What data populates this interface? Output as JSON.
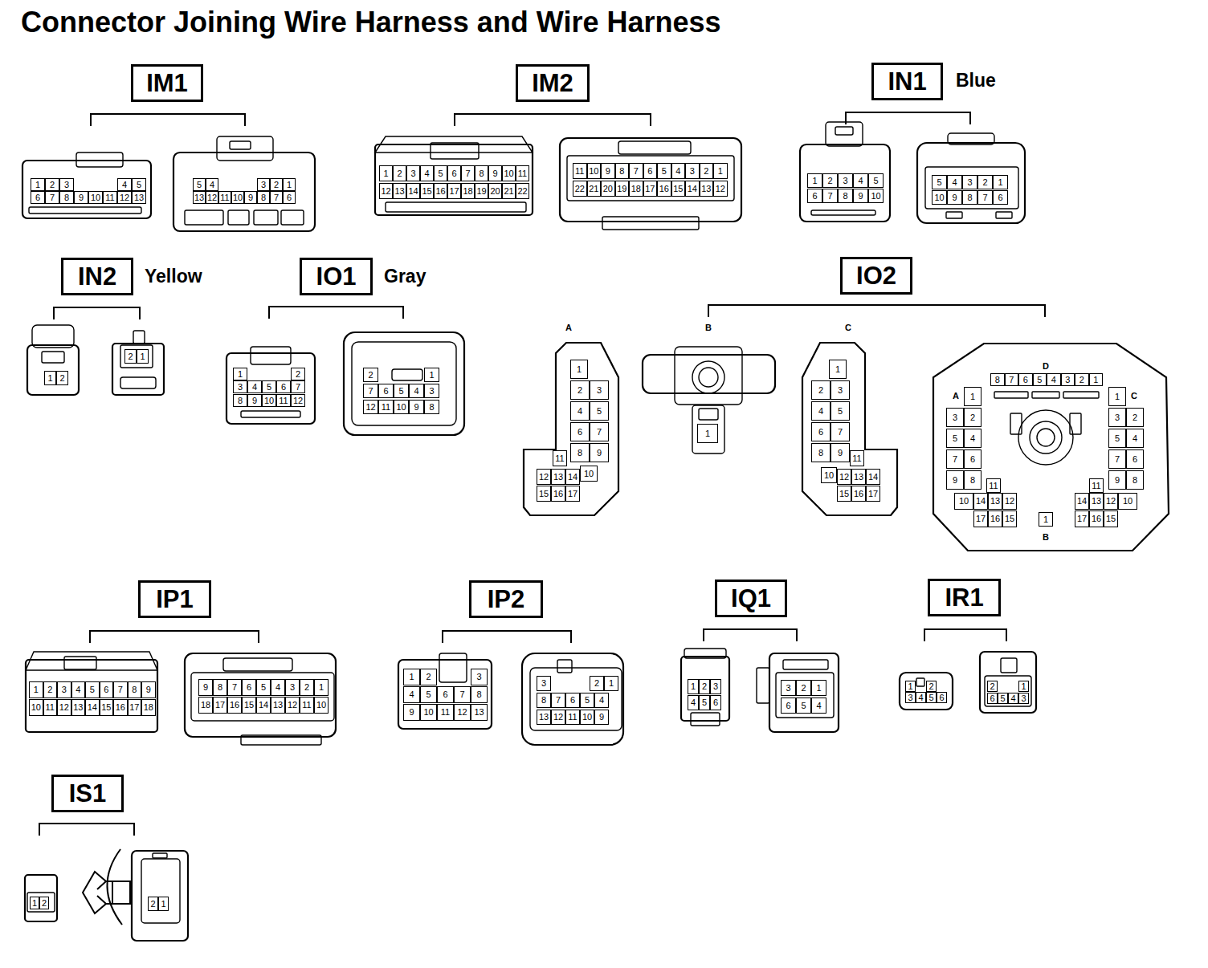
{
  "diagram": {
    "title": "Connector Joining Wire Harness and Wire Harness",
    "nodes": [
      {
        "text": [
          "IM1"
        ]
      },
      {
        "text": [
          "1",
          "2",
          "3",
          "4",
          "5",
          "6",
          "7",
          "8",
          "9",
          "10",
          "11",
          "12",
          "13"
        ]
      },
      {
        "text": [
          "5",
          "4",
          "3",
          "2",
          "1",
          "13",
          "12",
          "11",
          "10",
          "9",
          "8",
          "7",
          "6"
        ]
      },
      {
        "text": [
          "IM2"
        ]
      },
      {
        "text": [
          "1",
          "2",
          "3",
          "4",
          "5",
          "6",
          "7",
          "8",
          "9",
          "10",
          "11",
          "12",
          "13",
          "14",
          "15",
          "16",
          "17",
          "18",
          "19",
          "20",
          "21",
          "22"
        ]
      },
      {
        "text": [
          "11",
          "10",
          "9",
          "8",
          "7",
          "6",
          "5",
          "4",
          "3",
          "2",
          "1",
          "22",
          "21",
          "20",
          "19",
          "18",
          "17",
          "16",
          "15",
          "14",
          "13",
          "12"
        ]
      },
      {
        "text": [
          "IN1"
        ]
      },
      {
        "text": [
          "1",
          "2",
          "3",
          "4",
          "5",
          "6",
          "7",
          "8",
          "9",
          "10"
        ]
      },
      {
        "text": [
          "5",
          "4",
          "3",
          "2",
          "1",
          "10",
          "9",
          "8",
          "7",
          "6"
        ]
      },
      {
        "text": [
          "IN2"
        ]
      },
      {
        "text": [
          "1",
          "2"
        ]
      },
      {
        "text": [
          "2",
          "1"
        ]
      },
      {
        "text": [
          "IO1"
        ]
      },
      {
        "text": [
          "1",
          "2",
          "3",
          "4",
          "5",
          "6",
          "7",
          "8",
          "9",
          "10",
          "11",
          "12"
        ]
      },
      {
        "text": [
          "2",
          "1",
          "7",
          "6",
          "5",
          "4",
          "3",
          "12",
          "11",
          "10",
          "9",
          "8"
        ]
      },
      {
        "text": [
          "IO2"
        ]
      },
      {
        "text": [
          "1",
          "2",
          "3",
          "4",
          "5",
          "6",
          "7",
          "8",
          "9",
          "11",
          "12",
          "13",
          "14",
          "10",
          "15",
          "16",
          "17"
        ]
      },
      {
        "text": [
          "1"
        ]
      },
      {
        "text": [
          "1",
          "2",
          "3",
          "4",
          "5",
          "6",
          "7",
          "8",
          "9",
          "11",
          "10",
          "12",
          "13",
          "14",
          "15",
          "16",
          "17"
        ]
      },
      {
        "text": [
          "D",
          "8",
          "7",
          "6",
          "5",
          "4",
          "3",
          "2",
          "1",
          "A",
          "1",
          "C",
          "1",
          "3",
          "2",
          "3",
          "2",
          "5",
          "4",
          "5",
          "4",
          "7",
          "6",
          "7",
          "6",
          "9",
          "8",
          "9",
          "8",
          "11",
          "11",
          "10",
          "14",
          "13",
          "12",
          "14",
          "13",
          "12",
          "10",
          "17",
          "16",
          "15",
          "1",
          "17",
          "16",
          "15",
          "B"
        ]
      },
      {
        "text": [
          "IP1"
        ]
      },
      {
        "text": [
          "1",
          "2",
          "3",
          "4",
          "5",
          "6",
          "7",
          "8",
          "9",
          "10",
          "11",
          "12",
          "13",
          "14",
          "15",
          "16",
          "17",
          "18"
        ]
      },
      {
        "text": [
          "9",
          "8",
          "7",
          "6",
          "5",
          "4",
          "3",
          "2",
          "1",
          "18",
          "17",
          "16",
          "15",
          "14",
          "13",
          "12",
          "11",
          "10"
        ]
      },
      {
        "text": [
          "IP2"
        ]
      },
      {
        "text": [
          "1",
          "2",
          "3",
          "4",
          "5",
          "6",
          "7",
          "8",
          "9",
          "10",
          "11",
          "12",
          "13"
        ]
      },
      {
        "text": [
          "3",
          "2",
          "1",
          "8",
          "7",
          "6",
          "5",
          "4",
          "13",
          "12",
          "11",
          "10",
          "9"
        ]
      },
      {
        "text": [
          "IQ1"
        ]
      },
      {
        "text": [
          "1",
          "2",
          "3",
          "4",
          "5",
          "6"
        ]
      },
      {
        "text": [
          "3",
          "2",
          "1",
          "6",
          "5",
          "4"
        ]
      },
      {
        "text": [
          "IR1"
        ]
      },
      {
        "text": [
          "1",
          "2",
          "3",
          "4",
          "5",
          "6"
        ]
      },
      {
        "text": [
          "2",
          "1",
          "6",
          "5",
          "4",
          "3"
        ]
      },
      {
        "text": [
          "IS1"
        ]
      },
      {
        "text": [
          "1",
          "2"
        ]
      },
      {
        "text": [
          "2",
          "1"
        ]
      }
    ],
    "labels": [
      "Blue",
      "Yellow",
      "Gray",
      "A",
      "B",
      "C"
    ]
  }
}
